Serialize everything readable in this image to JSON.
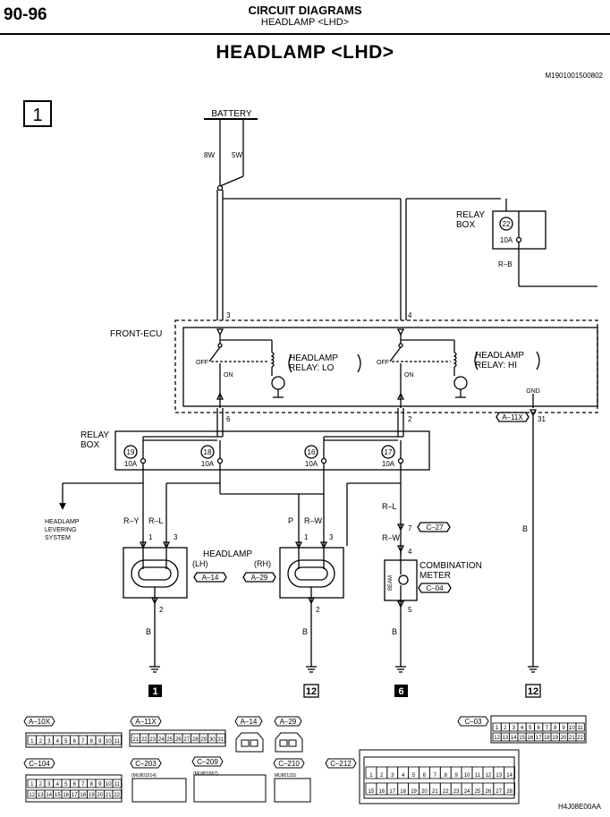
{
  "header": {
    "page": "90-96",
    "section": "CIRCUIT DIAGRAMS",
    "subsection": "HEADLAMP <LHD>"
  },
  "title": "HEADLAMP <LHD>",
  "diagram_code": "M1901001500802",
  "footer_code": "H4J08E00AA",
  "sheet_number": "1",
  "battery": {
    "label": "BATTERY",
    "wire_left": "8W",
    "wire_right": "5W"
  },
  "relay_box_top": {
    "label1": "RELAY",
    "label2": "BOX",
    "fuse_no": "22",
    "fuse_amp": "10A",
    "wire": "R–B"
  },
  "front_ecu": {
    "label": "FRONT-ECU",
    "pin_lo_in": "3",
    "pin_hi_in": "4",
    "pin_lo_out": "6",
    "pin_hi_out": "2",
    "relay_lo_l1": "HEADLAMP",
    "relay_lo_l2": "RELAY: LO",
    "relay_hi_l1": "HEADLAMP",
    "relay_hi_l2": "RELAY: HI",
    "off": "OFF",
    "on": "ON",
    "gnd": "GND",
    "gnd_conn": "A–11X",
    "gnd_pin": "31"
  },
  "relay_box": {
    "label1": "RELAY",
    "label2": "BOX",
    "fuses": [
      {
        "no": "19",
        "amp": "10A"
      },
      {
        "no": "18",
        "amp": "10A"
      },
      {
        "no": "16",
        "amp": "10A"
      },
      {
        "no": "17",
        "amp": "10A"
      }
    ]
  },
  "leveling": {
    "l1": "HEADLAMP",
    "l2": "LEVERING",
    "l3": "SYSTEM"
  },
  "headlamp_lh": {
    "wire_a": "R–Y",
    "wire_b": "R–L",
    "pin_a": "1",
    "pin_b": "3",
    "side": "(LH)",
    "conn": "A–14",
    "pin_gnd": "2",
    "wire_gnd": "B",
    "ground": "1"
  },
  "headlamp_label": "HEADLAMP",
  "headlamp_rh": {
    "wire_a": "P",
    "wire_b": "R–W",
    "pin_a": "1",
    "pin_b": "3",
    "side": "(RH)",
    "conn": "A–29",
    "pin_gnd": "2",
    "wire_gnd": "B",
    "ground": "12"
  },
  "meter": {
    "wire_in": "R–L",
    "pin_c27": "7",
    "conn_c27": "C–27",
    "wire_mid": "R–W",
    "pin_in": "4",
    "l1": "COMBINATION",
    "l2": "METER",
    "conn": "C–04",
    "beam": "BEAM",
    "pin_out": "5",
    "wire_gnd": "B",
    "ground": "6"
  },
  "gnd_right": {
    "wire": "B",
    "ground": "12"
  },
  "connectors": {
    "a10x": "A–10X",
    "a11x": "A–11X",
    "a14": "A–14",
    "a29": "A–29",
    "c03": "C–03",
    "c104": "C–104",
    "c203": "C–203",
    "c209": "C–209",
    "c210": "C–210",
    "c212": "C–212",
    "c203_part": "(MU801514)",
    "c209_part": "(MU801857)",
    "c210_part": "MU801331",
    "a10x_pins": [
      "1",
      "2",
      "3",
      "4",
      "5",
      "6",
      "7",
      "8",
      "9",
      "10",
      "11"
    ],
    "a11x_pins": [
      "21",
      "22",
      "23",
      "24",
      "25",
      "26",
      "27",
      "28",
      "29",
      "30",
      "31"
    ],
    "c03_row1": [
      "1",
      "2",
      "3",
      "4",
      "5",
      "6",
      "7",
      "8",
      "9",
      "10",
      "11"
    ],
    "c03_row2": [
      "12",
      "13",
      "14",
      "15",
      "16",
      "17",
      "18",
      "19",
      "20",
      "21",
      "22"
    ],
    "c104_row1": [
      "1",
      "2",
      "3",
      "4",
      "5",
      "6",
      "7",
      "8",
      "9",
      "10",
      "11"
    ],
    "c104_row2": [
      "12",
      "13",
      "14",
      "15",
      "16",
      "17",
      "18",
      "19",
      "20",
      "21",
      "22"
    ],
    "c212_row1": [
      "1",
      "2",
      "3",
      "4",
      "5",
      "6",
      "7",
      "8",
      "9",
      "10",
      "11",
      "12",
      "13",
      "14"
    ],
    "c212_row2": [
      "15",
      "16",
      "17",
      "18",
      "19",
      "20",
      "21",
      "22",
      "23",
      "24",
      "25",
      "26",
      "27",
      "28"
    ]
  }
}
